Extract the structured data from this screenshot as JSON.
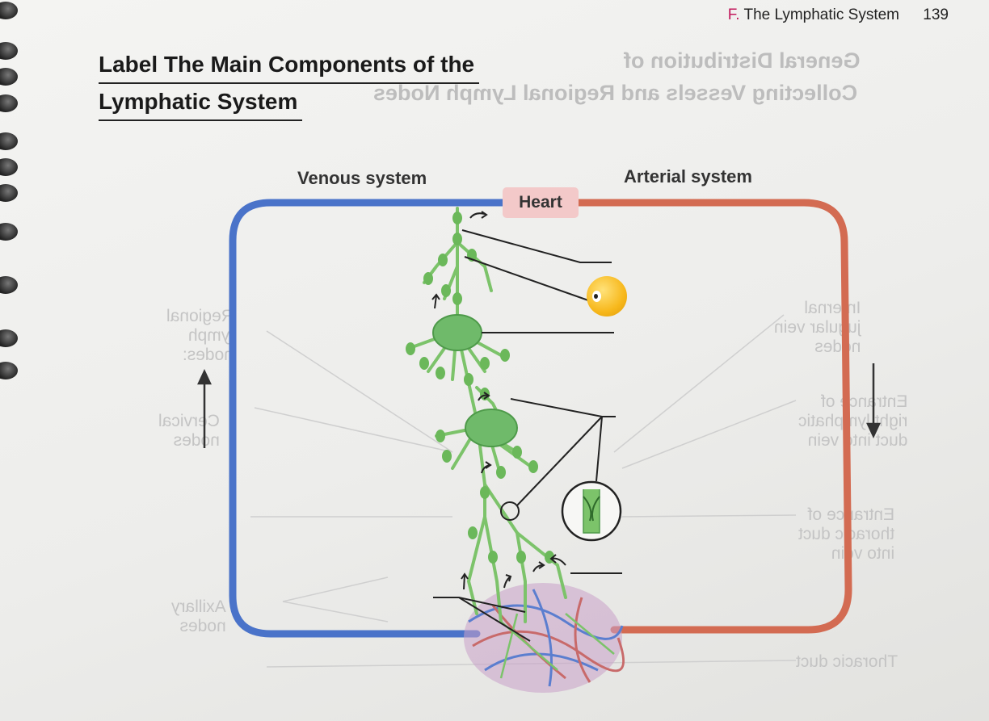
{
  "header": {
    "section_letter": "F.",
    "section_title": "The Lymphatic System",
    "page_number": "139"
  },
  "title": {
    "line1": "Label The Main Components of the",
    "line2": "Lymphatic System"
  },
  "ghost_text": {
    "heading1": "General Distribution of",
    "heading2": "Collecting Vessels and Regional Lymph Nodes",
    "regional": [
      "Regional",
      "lymph",
      "nodes:"
    ],
    "cervical": [
      "Cervical",
      "nodes"
    ],
    "axillary": [
      "Axillary",
      "nodes"
    ],
    "internal_jugular": [
      "Internal",
      "jugular vein",
      "nodes"
    ],
    "right_duct": [
      "Entrance of",
      "right lymphatic",
      "duct into vein"
    ],
    "thoracic_entrance": [
      "Entrance of",
      "thoracic duct",
      "into vein"
    ],
    "thoracic_duct": "Thoracic duct"
  },
  "diagram": {
    "venous_label": "Venous system",
    "arterial_label": "Arterial system",
    "heart_label": "Heart"
  },
  "colors": {
    "venous": "#4a73c9",
    "arterial": "#d36b52",
    "lymph": "#7cc36a",
    "heart_box": "#f3c9c9"
  },
  "icons": {
    "emoji_sticker": "eye-emoji-icon"
  }
}
